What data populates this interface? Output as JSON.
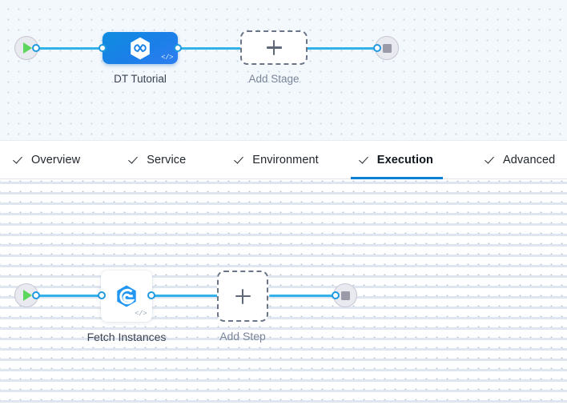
{
  "stage_canvas": {
    "name": "pipeline-stage-canvas",
    "background_color": "#f3f8fc",
    "start_node": {
      "icon": "play-icon",
      "label": ""
    },
    "end_node": {
      "icon": "stop-icon",
      "label": ""
    },
    "nodes": [
      {
        "id": "dt-tutorial",
        "label": "DT Tutorial",
        "icon": "harness-link-hexagon-icon",
        "badge": "</>",
        "type": "stage",
        "color": "#1b82e6",
        "selected": true
      }
    ],
    "add_node": {
      "label": "Add Stage",
      "icon": "plus-icon"
    }
  },
  "tab_bar": {
    "name": "stage-config-tabs",
    "active_index": 3,
    "accent_color": "#0a80d6",
    "tabs": [
      {
        "label": "Overview",
        "icon": "check-icon",
        "active": false
      },
      {
        "label": "Service",
        "icon": "check-icon",
        "active": false
      },
      {
        "label": "Environment",
        "icon": "check-icon",
        "active": false
      },
      {
        "label": "Execution",
        "icon": "check-icon",
        "active": true
      },
      {
        "label": "Advanced",
        "icon": "check-icon",
        "active": false
      }
    ]
  },
  "step_canvas": {
    "name": "execution-step-canvas",
    "background_color": "#ffffff",
    "start_node": {
      "icon": "play-icon",
      "label": ""
    },
    "end_node": {
      "icon": "stop-icon",
      "label": ""
    },
    "nodes": [
      {
        "id": "fetch-instances",
        "label": "Fetch Instances",
        "icon": "shell-script-hexagon-icon",
        "badge": "</>",
        "type": "step",
        "color": "#2196f3"
      }
    ],
    "add_node": {
      "label": "Add Step",
      "icon": "plus-icon"
    }
  },
  "colors": {
    "connector": "#32b2e8",
    "port_border": "#1f9ae0",
    "play": "#5cd65c",
    "stop": "#9a9aa8",
    "dashed_border": "#6b7588"
  }
}
